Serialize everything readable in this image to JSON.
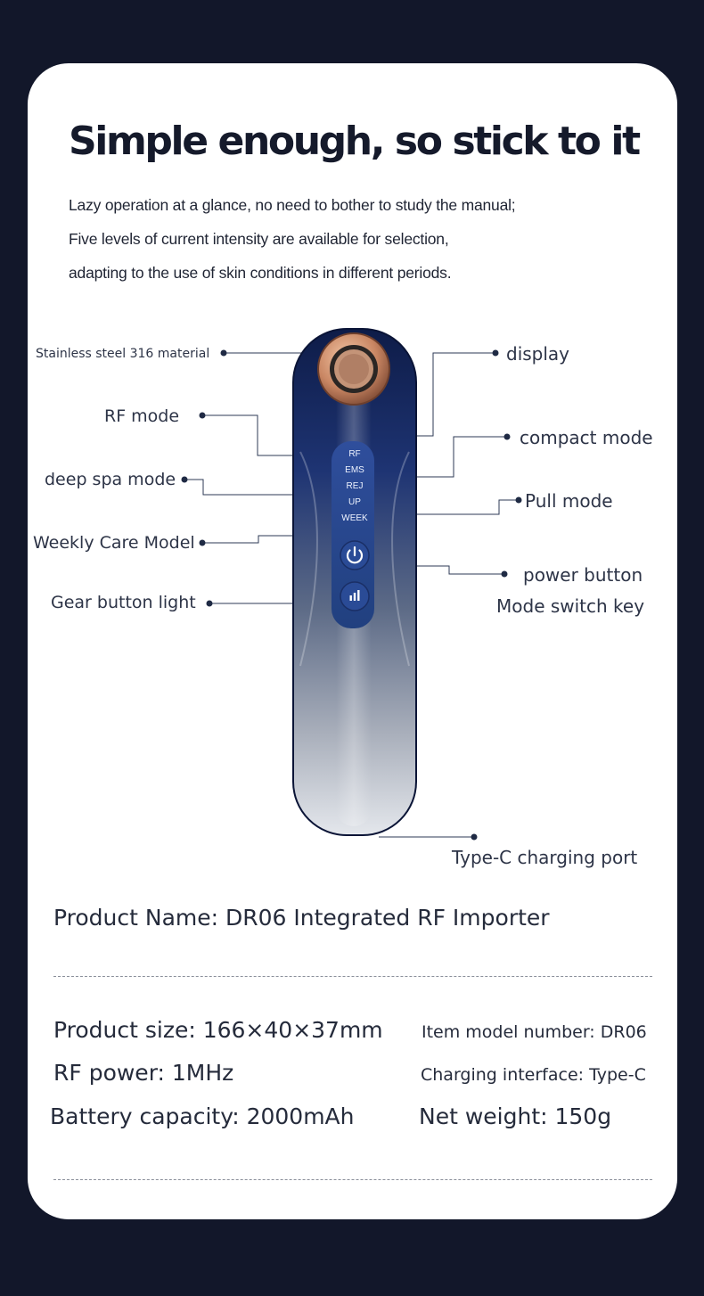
{
  "header": {
    "title": "Simple enough, so stick to it",
    "lines": [
      "Lazy operation at a glance, no need to bother to study the manual;",
      "Five levels of current intensity are available for selection,",
      "adapting to the use of skin conditions in different periods."
    ]
  },
  "callouts": {
    "stainless": "Stainless steel 316 material",
    "rf_mode": "RF mode",
    "deep_spa": "deep spa mode",
    "weekly": "Weekly Care Model",
    "gear_light": "Gear button light",
    "display": "display",
    "compact": "compact mode",
    "pull": "Pull mode",
    "power": "power button",
    "mode_switch": "Mode switch key",
    "typec": "Type-C charging port"
  },
  "device_panel": [
    "RF",
    "EMS",
    "REJ",
    "UP",
    "WEEK"
  ],
  "specs": {
    "product_name": "Product Name: DR06 Integrated RF Importer",
    "size": "Product size: 166×40×37mm",
    "model": "Item model number: DR06",
    "rf_power": "RF power: 1MHz",
    "charging": "Charging interface: Type-C",
    "battery": "Battery capacity: 2000mAh",
    "weight": "Net weight: 150g"
  },
  "colors": {
    "page_background": "#12172a",
    "card_background": "#ffffff",
    "device_blue": "#1c2f6e",
    "rose_gold": "#c88a66",
    "leader_line": "#2c3a56"
  }
}
